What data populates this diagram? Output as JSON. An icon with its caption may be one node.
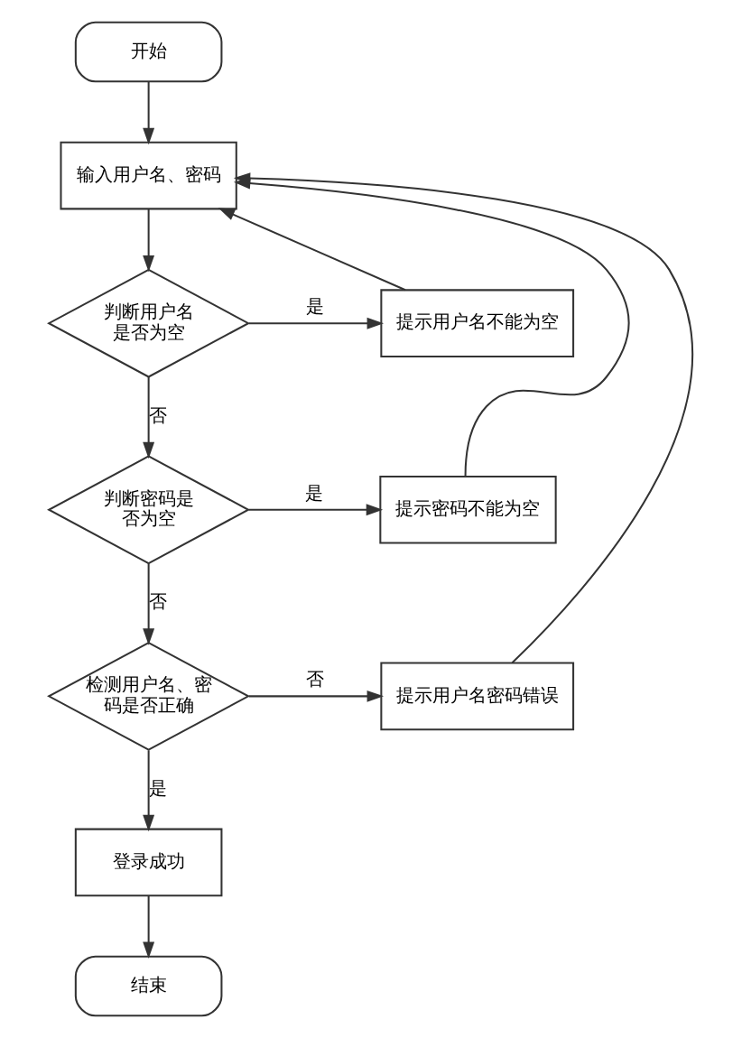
{
  "diagram": {
    "nodes": [
      {
        "text": [
          "开始"
        ]
      },
      {
        "text": [
          "输入用户名、密码"
        ]
      },
      {
        "text": [
          "判断用户名是否为空"
        ]
      },
      {
        "text": [
          "提示用户名不能为空"
        ]
      },
      {
        "text": [
          "判断密码是否为空"
        ]
      },
      {
        "text": [
          "提示密码不能为空"
        ]
      },
      {
        "text": [
          "检测用户名、密码是否正确"
        ]
      },
      {
        "text": [
          "提示用户名密码错误"
        ]
      },
      {
        "text": [
          "登录成功"
        ]
      },
      {
        "text": [
          "结束"
        ]
      }
    ],
    "edges": [
      {
        "from": 0,
        "to": 1,
        "arrow": "to"
      },
      {
        "from": 1,
        "to": 2,
        "arrow": "to"
      },
      {
        "from": 2,
        "to": 3,
        "arrow": "to",
        "label": "是"
      },
      {
        "from": 3,
        "to": 1,
        "arrow": "to"
      },
      {
        "from": 2,
        "to": 4,
        "arrow": "to",
        "label": "否"
      },
      {
        "from": 4,
        "to": 5,
        "arrow": "to",
        "label": "是"
      },
      {
        "from": 5,
        "to": 1,
        "arrow": "to"
      },
      {
        "from": 4,
        "to": 6,
        "arrow": "to",
        "label": "否"
      },
      {
        "from": 6,
        "to": 7,
        "arrow": "to",
        "label": "否"
      },
      {
        "from": 7,
        "to": 1,
        "arrow": "to"
      },
      {
        "from": 6,
        "to": 8,
        "arrow": "to",
        "label": "是"
      },
      {
        "from": 8,
        "to": 9,
        "arrow": "to"
      }
    ]
  }
}
